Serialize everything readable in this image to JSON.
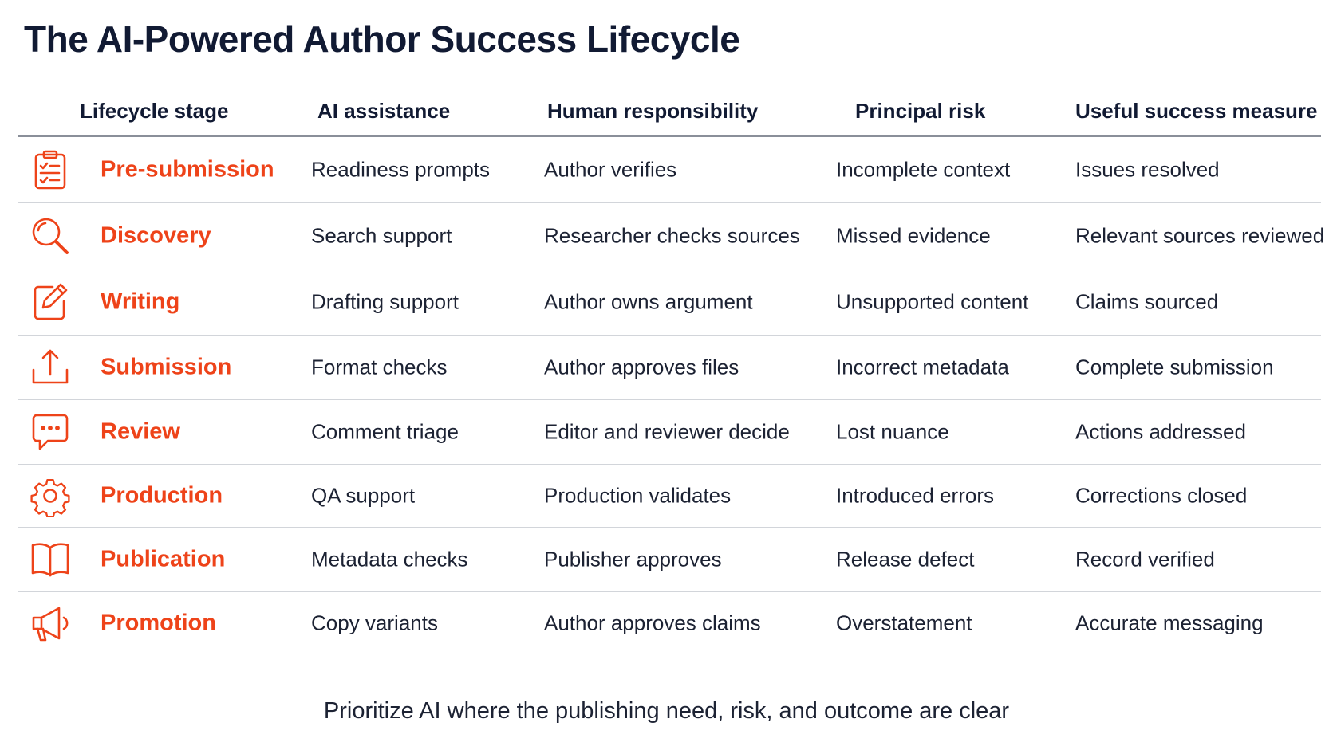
{
  "title": "The AI-Powered Author Success Lifecycle",
  "colors": {
    "accent": "#ee4319",
    "text": "#1c2233",
    "divider": "#d2d5da"
  },
  "table": {
    "headers": {
      "stage": "Lifecycle stage",
      "ai": "AI assistance",
      "human": "Human responsibility",
      "risk": "Principal risk",
      "measure": "Useful success measure"
    },
    "rows": [
      {
        "icon": "clipboard-checklist-icon",
        "stage": "Pre-submission",
        "ai": "Readiness prompts",
        "human": "Author verifies",
        "risk": "Incomplete context",
        "measure": "Issues resolved"
      },
      {
        "icon": "magnifier-icon",
        "stage": "Discovery",
        "ai": "Search support",
        "human": "Researcher checks sources",
        "risk": "Missed evidence",
        "measure": "Relevant sources reviewed"
      },
      {
        "icon": "pencil-square-icon",
        "stage": "Writing",
        "ai": "Drafting support",
        "human": "Author owns argument",
        "risk": "Unsupported content",
        "measure": "Claims sourced"
      },
      {
        "icon": "upload-icon",
        "stage": "Submission",
        "ai": "Format checks",
        "human": "Author approves files",
        "risk": "Incorrect metadata",
        "measure": "Complete submission"
      },
      {
        "icon": "chat-bubble-icon",
        "stage": "Review",
        "ai": "Comment triage",
        "human": "Editor and reviewer decide",
        "risk": "Lost nuance",
        "measure": "Actions addressed"
      },
      {
        "icon": "gear-icon",
        "stage": "Production",
        "ai": "QA support",
        "human": "Production validates",
        "risk": "Introduced errors",
        "measure": "Corrections closed"
      },
      {
        "icon": "open-book-icon",
        "stage": "Publication",
        "ai": "Metadata checks",
        "human": "Publisher approves",
        "risk": "Release defect",
        "measure": "Record verified"
      },
      {
        "icon": "megaphone-icon",
        "stage": "Promotion",
        "ai": "Copy variants",
        "human": "Author approves claims",
        "risk": "Overstatement",
        "measure": "Accurate messaging"
      }
    ]
  },
  "footer": "Prioritize AI where the publishing need, risk, and outcome are clear"
}
